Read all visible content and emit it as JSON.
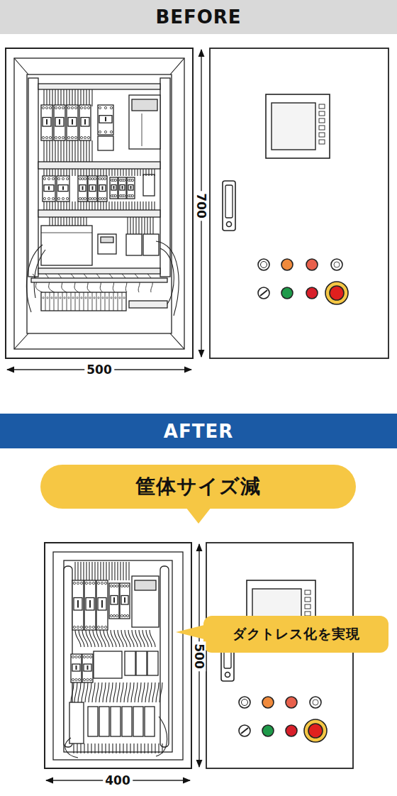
{
  "diagram": {
    "nodes": [
      {
        "text": [
          "BEFORE"
        ]
      },
      {
        "text": [
          "AFTER"
        ]
      },
      {
        "text": [
          "筐体サイズ減"
        ]
      },
      {
        "text": [
          "ダクトレス化を実現"
        ]
      }
    ],
    "labels": [
      "700",
      "500",
      "500",
      "400"
    ]
  }
}
